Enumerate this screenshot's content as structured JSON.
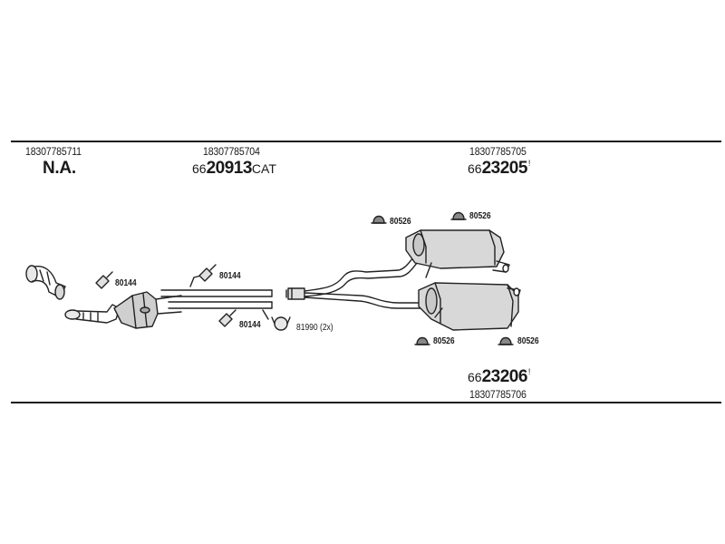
{
  "columns": [
    {
      "part_number": "18307785711",
      "reference_text": "N.A."
    },
    {
      "part_number": "18307785704",
      "prefix": "66",
      "reference": "20913",
      "suffix": "CAT"
    },
    {
      "part_number": "18307785705",
      "prefix": "66",
      "reference": "23205",
      "mark": "!"
    }
  ],
  "bottom_item": {
    "prefix": "66",
    "reference": "23206",
    "mark": "!",
    "part_number": "18307785706"
  },
  "callouts": {
    "hanger_a": "80144",
    "hanger_b": "80144",
    "hanger_c": "80144",
    "clamp": "81990 (2x)",
    "mount_1": "80526",
    "mount_2": "80526",
    "mount_3": "80526",
    "mount_4": "80526"
  }
}
